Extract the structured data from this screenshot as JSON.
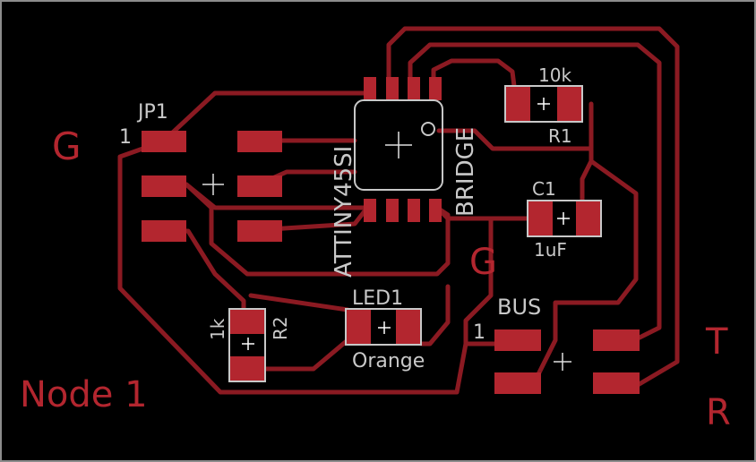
{
  "colors": {
    "background": "#000000",
    "copper": "#8b1a22",
    "pad": "#b3262f",
    "silkscreen": "#c8c8c8",
    "board_outline": "#8c8c8c"
  },
  "labels": {
    "node": "Node 1",
    "g_left": "G",
    "g_mid": "G",
    "t_right": "T",
    "r_right": "R",
    "jp1_name": "JP1",
    "jp1_pin": "1",
    "ic_name": "ATTINY45SI",
    "ic_value": "BRIDGE",
    "r1_value": "10k",
    "r1_name": "R1",
    "c1_name": "C1",
    "c1_value": "1uF",
    "led1_name": "LED1",
    "led1_value": "Orange",
    "r2_value": "1k",
    "r2_name": "R2",
    "bus_name": "BUS",
    "bus_pin": "1"
  }
}
